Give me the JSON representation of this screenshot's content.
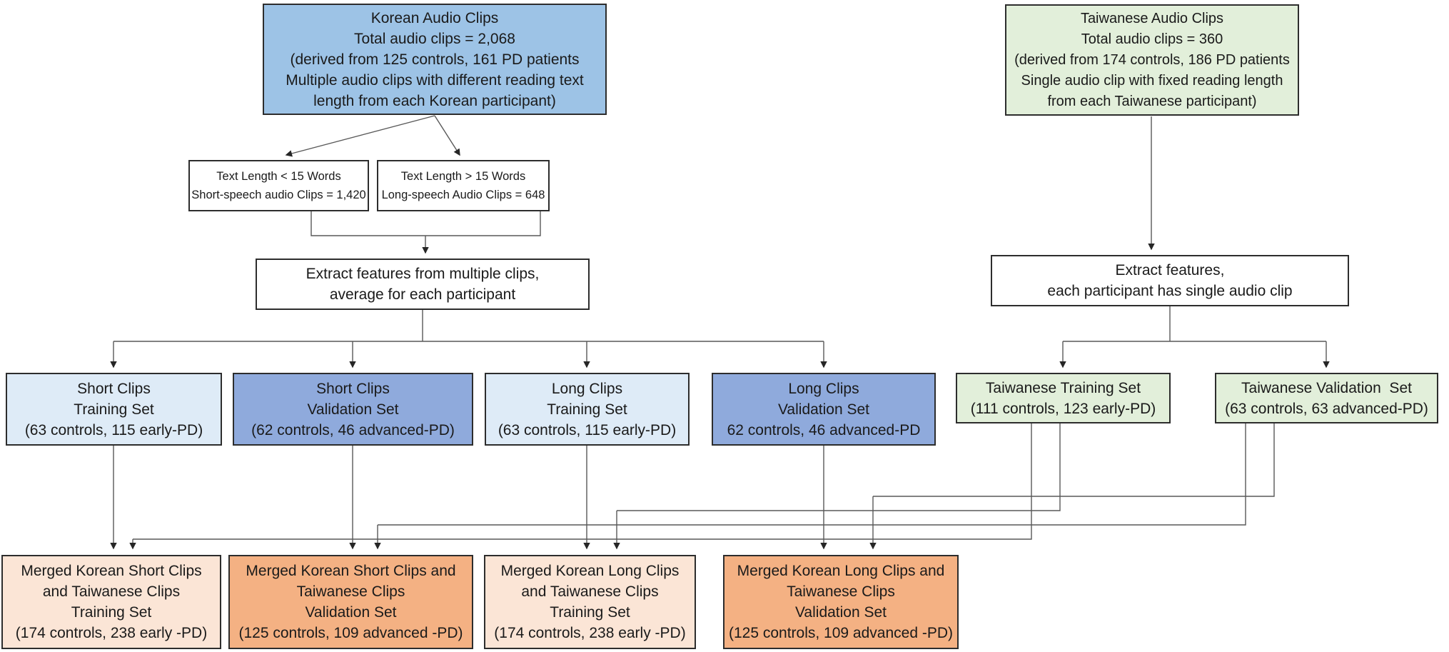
{
  "palette": {
    "korean_blue": "#9DC3E6",
    "taiwanese_green": "#E2EFDA",
    "training_light_blue": "#DEEBF7",
    "validation_blue": "#8FAADC",
    "merged_training_peach": "#FBE5D6",
    "merged_validation_orange": "#F4B183",
    "border": "#2d2d2d",
    "line": "#595959"
  },
  "boxes": {
    "korean_source": {
      "lines": [
        "Korean Audio Clips",
        "Total audio clips = 2,068",
        "(derived from 125 controls, 161 PD patients",
        "Multiple audio clips with different reading text",
        "length from each Korean participant)"
      ]
    },
    "taiwanese_source": {
      "lines": [
        "Taiwanese Audio Clips",
        "Total audio clips = 360",
        "(derived from 174 controls, 186 PD patients",
        "Single audio clip with fixed reading length",
        "from each Taiwanese participant)"
      ]
    },
    "short_text": {
      "lines": [
        "Text Length < 15 Words",
        "Short-speech audio Clips = 1,420"
      ]
    },
    "long_text": {
      "lines": [
        "Text Length > 15 Words",
        "Long-speech Audio Clips = 648"
      ]
    },
    "extract_korean": {
      "lines": [
        "Extract features from multiple clips,",
        "average for each participant"
      ]
    },
    "extract_taiwanese": {
      "lines": [
        "Extract features,",
        "each participant has single audio clip"
      ]
    },
    "short_training": {
      "lines": [
        "Short Clips",
        "Training Set",
        "(63 controls, 115 early-PD)"
      ]
    },
    "short_validation": {
      "lines": [
        "Short Clips",
        "Validation Set",
        "(62 controls, 46 advanced-PD)"
      ]
    },
    "long_training": {
      "lines": [
        "Long Clips",
        "Training Set",
        "(63 controls, 115 early-PD)"
      ]
    },
    "long_validation": {
      "lines": [
        "Long Clips",
        "Validation Set",
        "62 controls, 46 advanced-PD"
      ]
    },
    "taiwanese_training": {
      "lines": [
        "Taiwanese Training Set",
        "(111 controls, 123 early-PD)"
      ]
    },
    "taiwanese_validation": {
      "lines": [
        "Taiwanese Validation  Set",
        "(63 controls, 63 advanced-PD)"
      ]
    },
    "merged_short_training": {
      "lines": [
        "Merged Korean Short Clips",
        "and Taiwanese Clips",
        "Training Set",
        "(174 controls, 238 early -PD)"
      ]
    },
    "merged_short_validation": {
      "lines": [
        "Merged Korean Short Clips and",
        "Taiwanese Clips",
        "Validation Set",
        "(125 controls, 109 advanced -PD)"
      ]
    },
    "merged_long_training": {
      "lines": [
        "Merged Korean Long Clips",
        "and Taiwanese Clips",
        "Training Set",
        "(174 controls, 238 early -PD)"
      ]
    },
    "merged_long_validation": {
      "lines": [
        "Merged Korean Long Clips and",
        "Taiwanese Clips",
        "Validation Set",
        "(125 controls, 109 advanced -PD)"
      ]
    }
  }
}
